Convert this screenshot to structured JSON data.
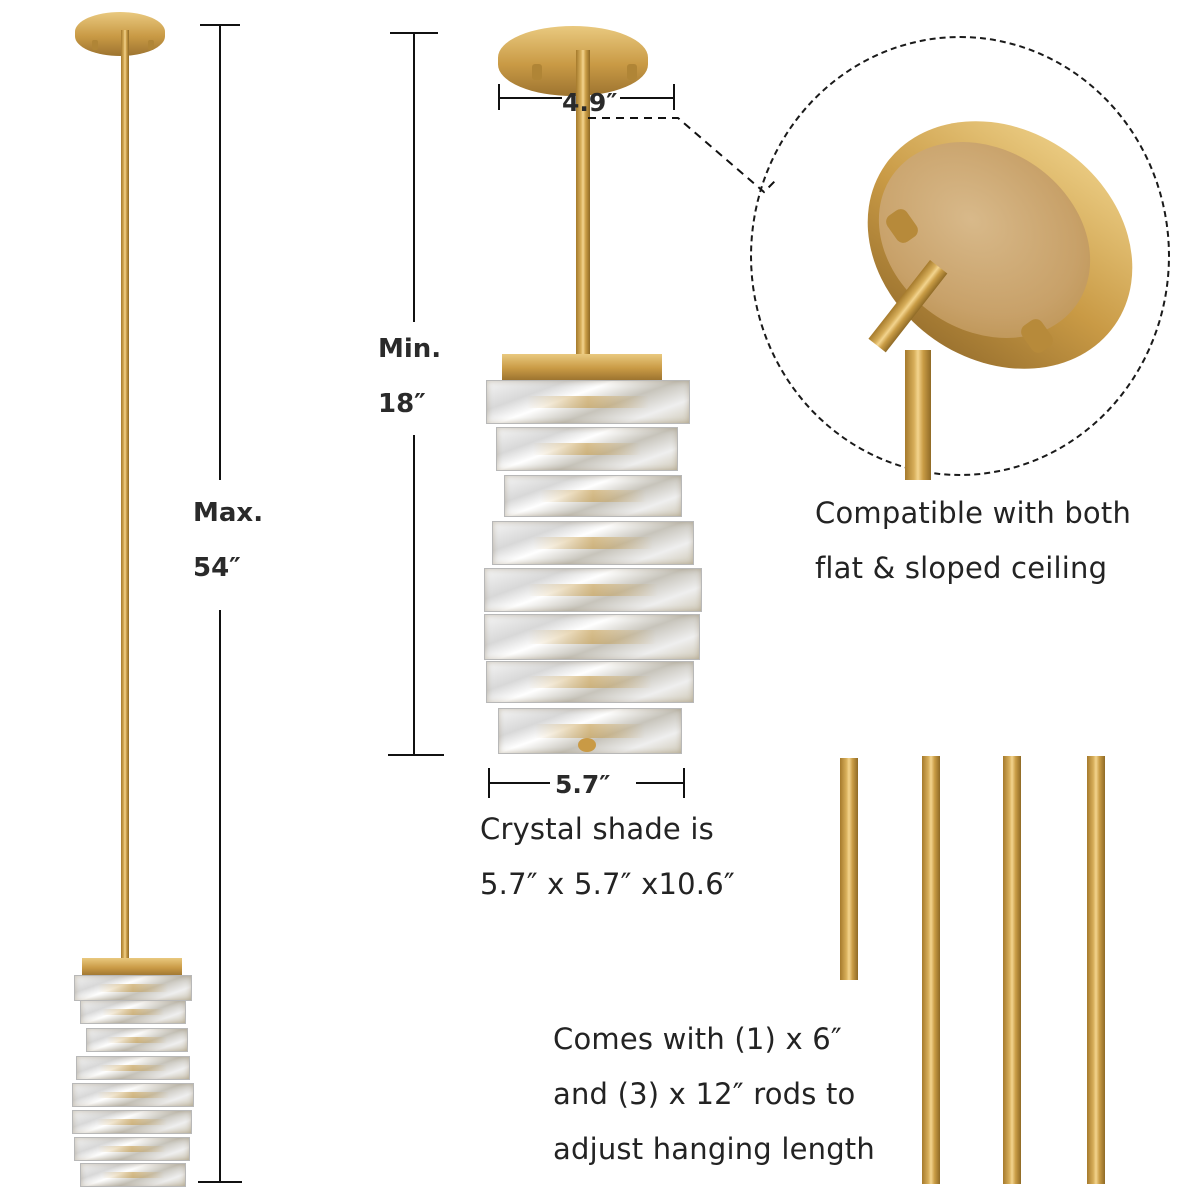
{
  "colors": {
    "background": "#ffffff",
    "brass": "#c99a45",
    "text": "#222222",
    "dimension_line": "#111111"
  },
  "left_fixture": {
    "name": "pendant-at-max-height",
    "max_label": "Max.",
    "max_value": "54″"
  },
  "center_fixture": {
    "name": "pendant-at-min-height",
    "canopy_width": "4.9″",
    "min_label": "Min.",
    "min_value": "18″",
    "shade_width": "5.7″",
    "shade_caption_line1": "Crystal shade is",
    "shade_caption_line2": "5.7″ x 5.7″ x10.6″"
  },
  "canopy_detail": {
    "caption_line1": "Compatible with both",
    "caption_line2": "flat & sloped ceiling"
  },
  "rods": {
    "caption_line1": "Comes with (1) x 6″",
    "caption_line2": "and (3) x 12″ rods to",
    "caption_line3": "adjust hanging length",
    "items": [
      {
        "length": "6″",
        "count": 1
      },
      {
        "length": "12″",
        "count": 3
      }
    ]
  }
}
